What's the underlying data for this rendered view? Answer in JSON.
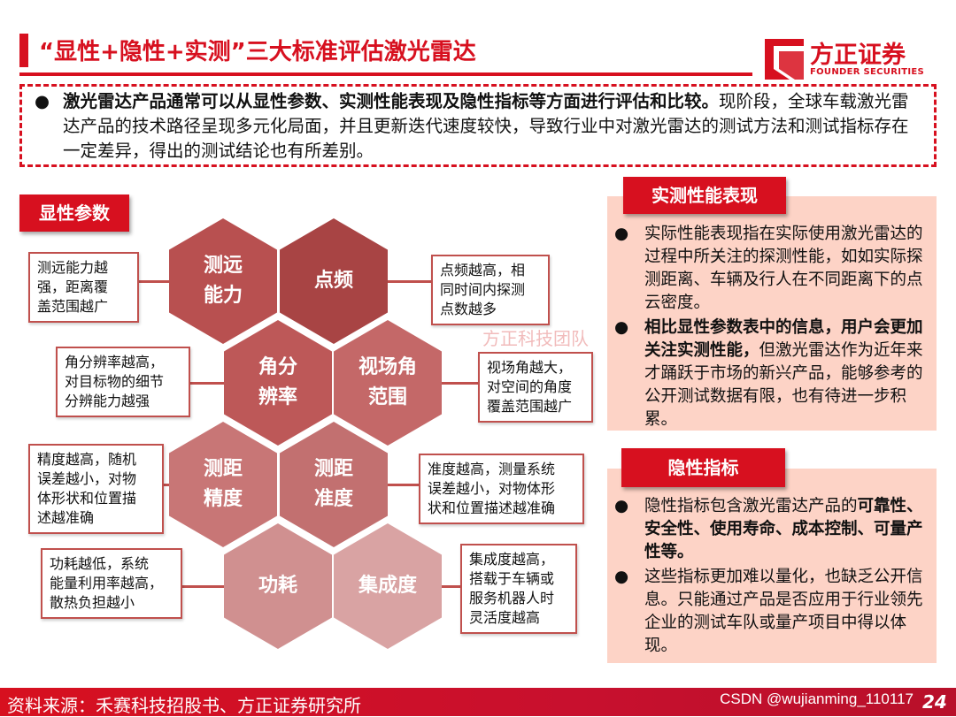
{
  "header": {
    "title": "“显性+隐性+实测”三大标准评估激光雷达",
    "logo_cn": "方正证券",
    "logo_en": "FOUNDER SECURITIES"
  },
  "intro": {
    "bold": "激光雷达产品通常可以从显性参数、实测性能表现及隐性指标等方面进行评估和比较。",
    "rest": "现阶段，全球车载激光雷达产品的技术路径呈现多元化局面，并且更新迭代速度较快，导致行业中对激光雷达的测试方法和测试指标存在一定差异，得出的测试结论也有所差别。"
  },
  "explicit": {
    "label": "显性参数",
    "items": [
      {
        "name": "测远\n能力",
        "desc": "测远能力越\n强，距离覆\n盖范围越广",
        "color": "#b85050"
      },
      {
        "name": "点频",
        "desc": "点频越高，相\n同时间内探测\n点数越多",
        "color": "#a84444"
      },
      {
        "name": "角分\n辨率",
        "desc": "角分辨率越高，\n对目标物的细节\n分辨能力越强",
        "color": "#bd5858"
      },
      {
        "name": "视场角\n范围",
        "desc": "视场角越大，\n对空间的角度\n覆盖范围越广",
        "color": "#c46868"
      },
      {
        "name": "测距\n精度",
        "desc": "精度越高，随机\n误差越小，对物\n体形状和位置描\n述越准确",
        "color": "#c87676"
      },
      {
        "name": "测距\n准度",
        "desc": "准度越高，测量系统\n误差越小，对物体形\n状和位置描述越准确",
        "color": "#c27070"
      },
      {
        "name": "功耗",
        "desc": "功耗越低，系统\n能量利用率越高，\n散热负担越小",
        "color": "#d09090"
      },
      {
        "name": "集成度",
        "desc": "集成度越高，\n搭载于车辆或\n服务机器人时\n灵活度越高",
        "color": "#d9a3a3"
      }
    ]
  },
  "measured": {
    "label": "实测性能表现",
    "b1": "实际性能表现指在实际使用激光雷达的过程中所关注的探测性能，如如实际探测距离、车辆及行人在不同距离下的点云密度。",
    "b2_bold": "相比显性参数表中的信息，用户会更加关注实测性能，",
    "b2_rest": "但激光雷达作为近年来才踊跃于市场的新兴产品，能够参考的公开测试数据有限，也有待进一步积累。"
  },
  "implicit": {
    "label": "隐性指标",
    "b1_pre": "隐性指标包含激光雷达产品的",
    "b1_bold": "可靠性、安全性、使用寿命、成本控制、可量产性等。",
    "b2": "这些指标更加难以量化，也缺乏公开信息。只能通过产品是否应用于行业领先企业的测试车队或量产项目中得以体现。"
  },
  "watermark": "方正科技团队",
  "footer": {
    "source": "资料来源：禾赛科技招股书、方正证券研究所",
    "csdn": "CSDN @wujianming_110117",
    "page": "24"
  },
  "colors": {
    "accent": "#d7101f",
    "panel": "#fdd3c6",
    "border": "#c0504d"
  }
}
